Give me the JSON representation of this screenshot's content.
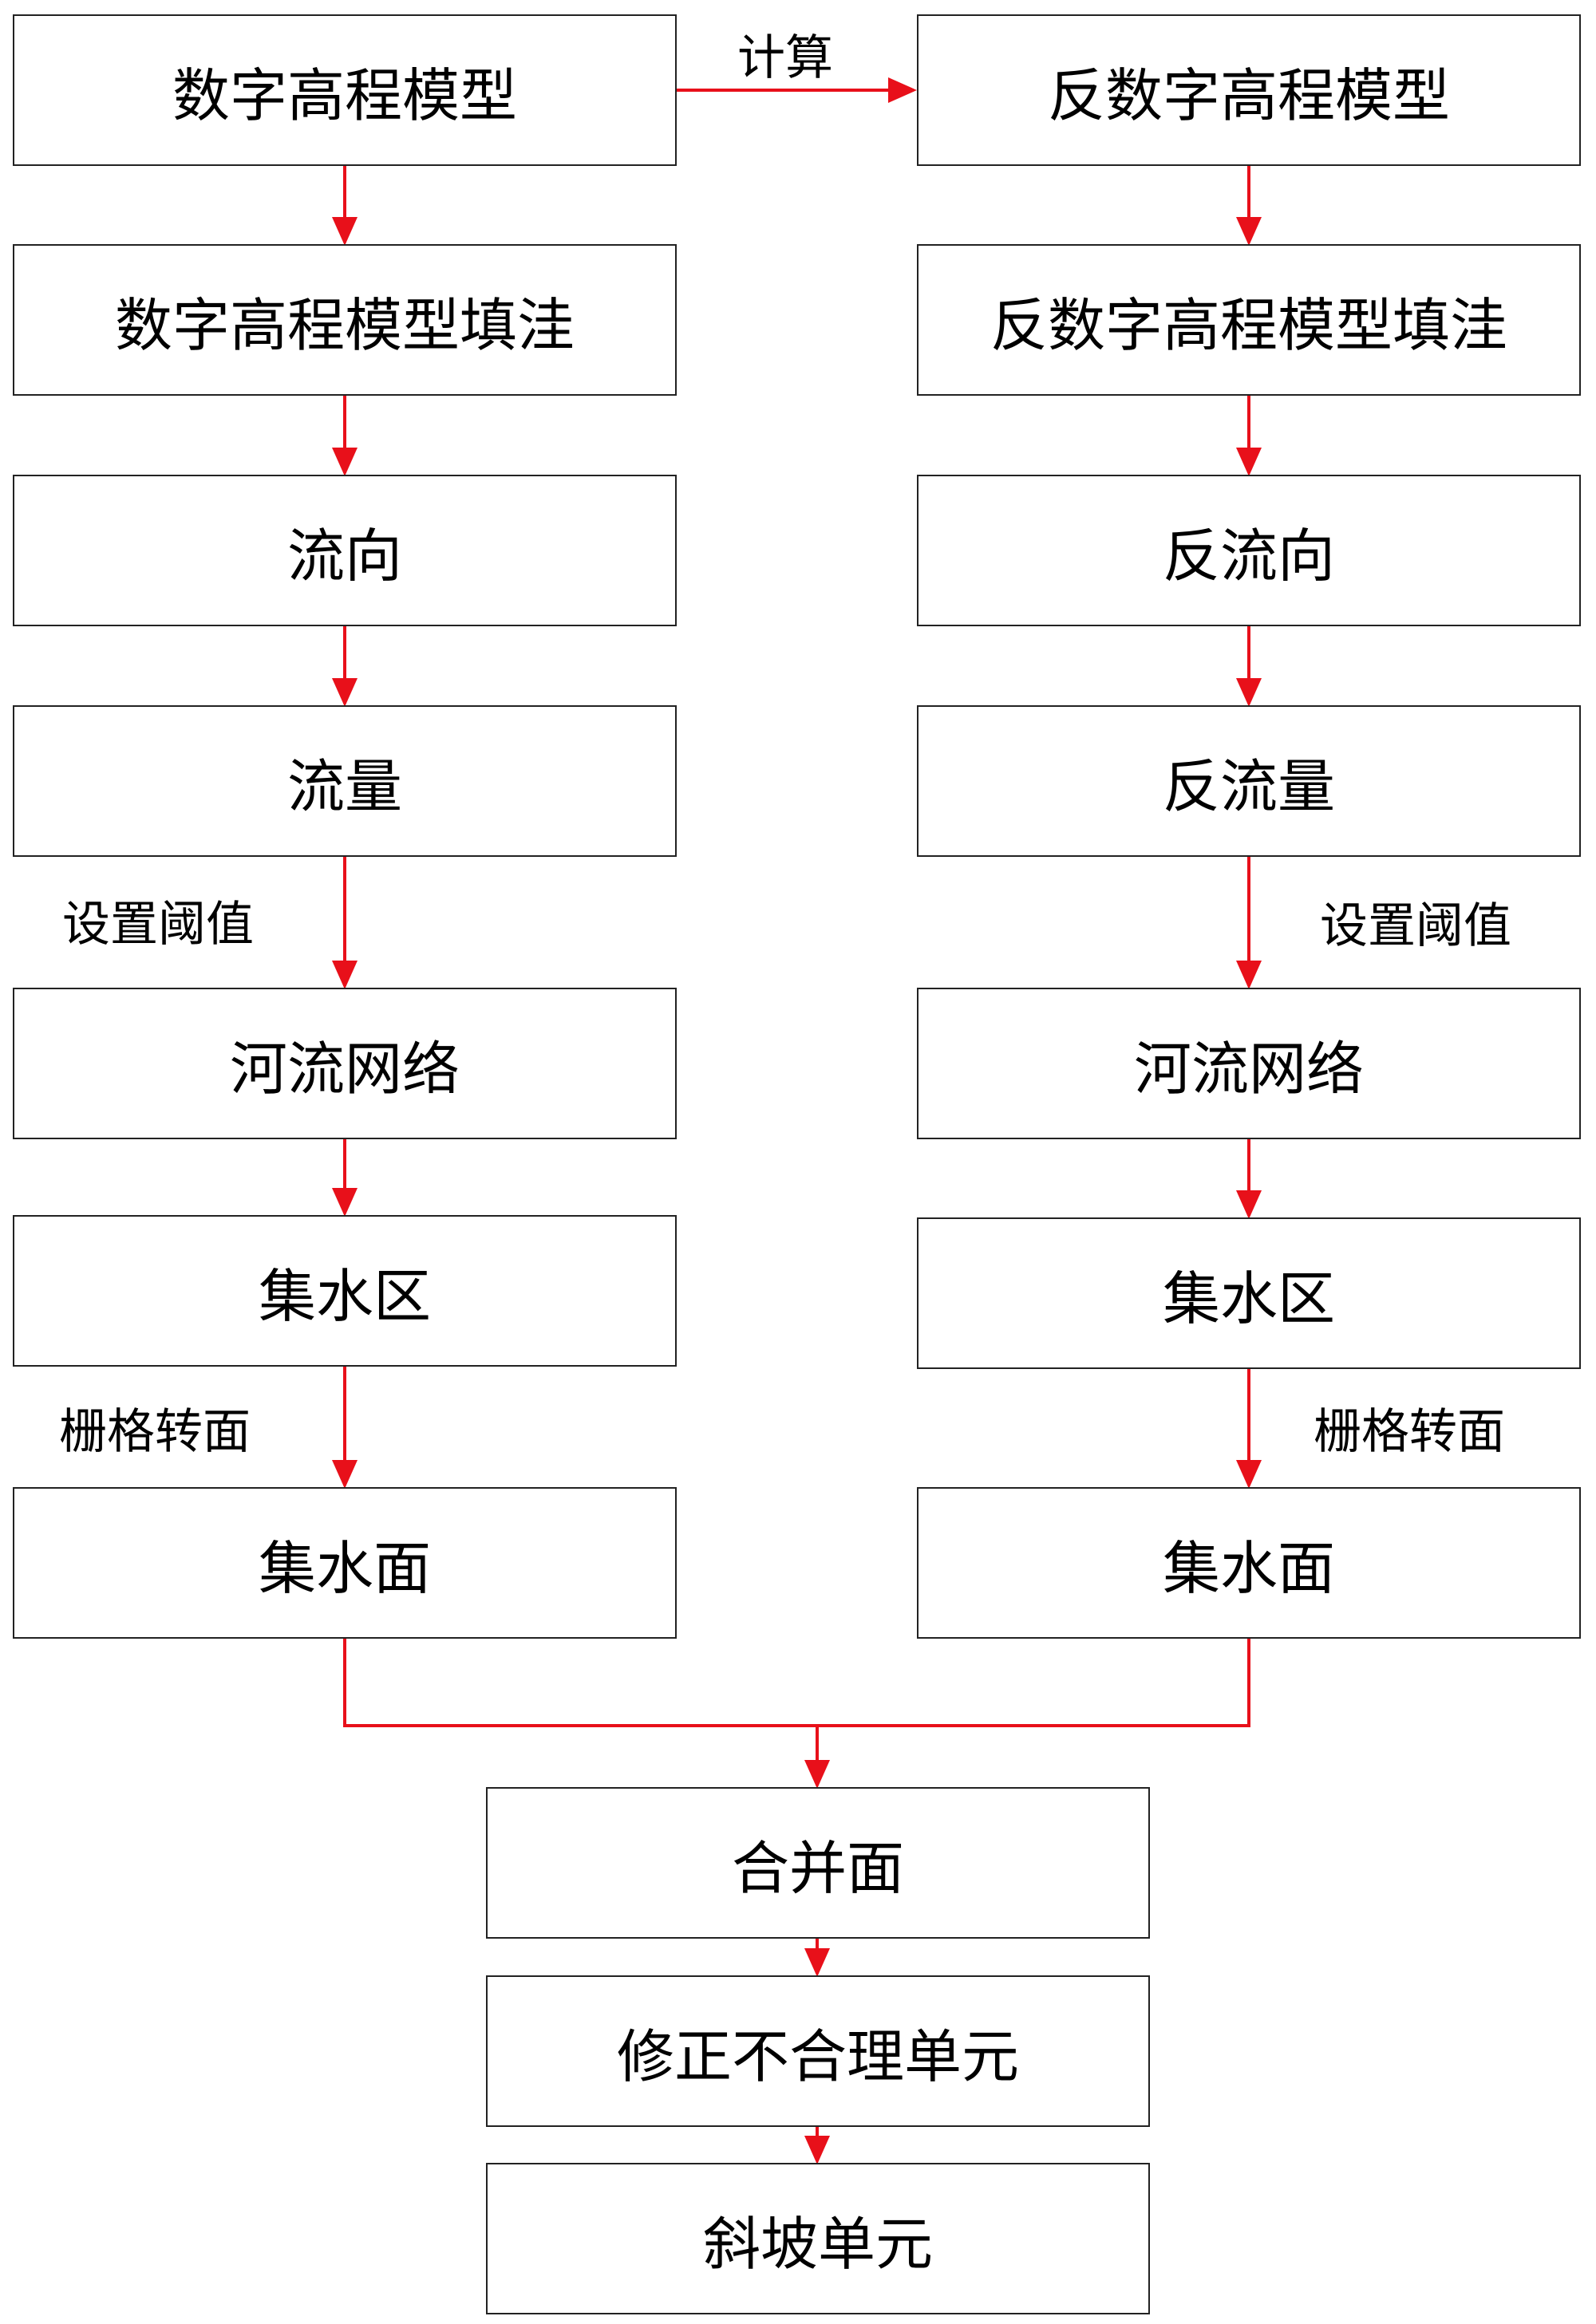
{
  "left": {
    "dem": "数字高程模型",
    "dem_fill": "数字高程模型填洼",
    "flow_dir": "流向",
    "flow_acc": "流量",
    "stream_net": "河流网络",
    "catchment": "集水区",
    "catchment_poly": "集水面"
  },
  "right": {
    "dem": "反数字高程模型",
    "dem_fill": "反数字高程模型填洼",
    "flow_dir": "反流向",
    "flow_acc": "反流量",
    "stream_net": "河流网络",
    "catchment": "集水区",
    "catchment_poly": "集水面"
  },
  "bottom": {
    "merge": "合并面",
    "fix": "修正不合理单元",
    "slope_units": "斜坡单元"
  },
  "labels": {
    "compute": "计算",
    "threshold_left": "设置阈值",
    "threshold_right": "设置阈值",
    "raster_to_poly_left": "栅格转面",
    "raster_to_poly_right": "栅格转面"
  },
  "colors": {
    "arrow": "#e8101a",
    "box_border": "#222222"
  }
}
